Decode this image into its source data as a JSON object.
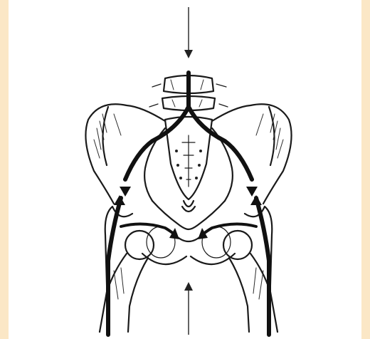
{
  "figure": {
    "subject": "pelvis-load-transfer",
    "colors": {
      "border": "#fbe7c6",
      "background": "#ffffff",
      "ink": "#111111"
    },
    "arrows": [
      {
        "name": "top-load-arrow",
        "direction": "down"
      },
      {
        "name": "bottom-load-arrow",
        "direction": "up"
      }
    ]
  }
}
